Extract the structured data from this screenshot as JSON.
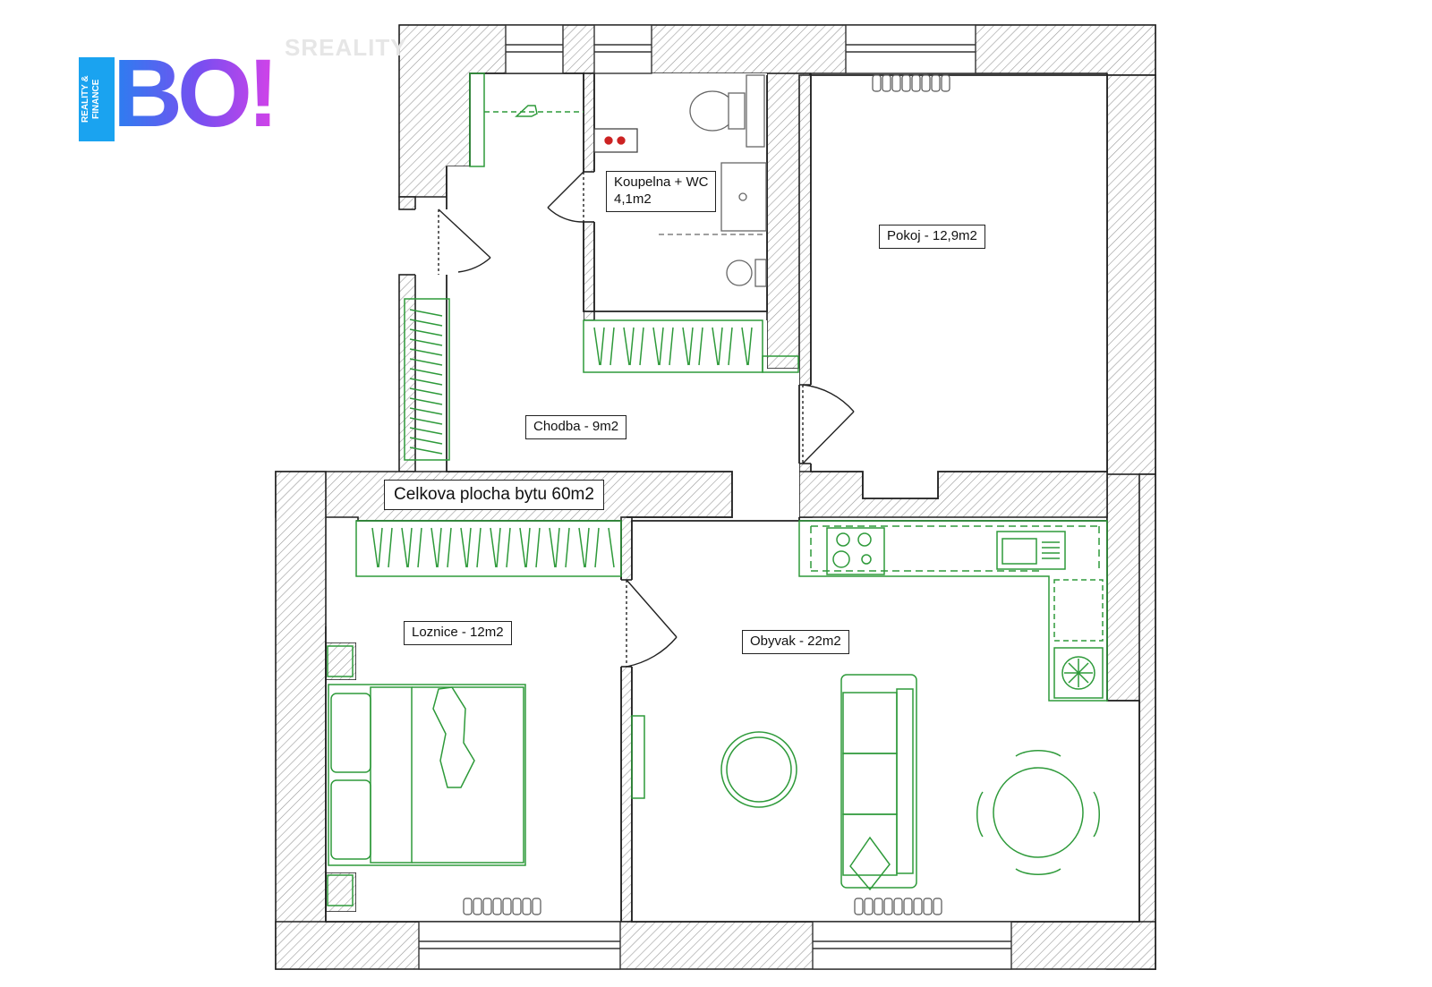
{
  "brand": {
    "logo_text": "BO!",
    "logo_subtitle": "REALITY & FINANCE",
    "watermark": "SREALITY"
  },
  "rooms": {
    "koupelna": {
      "name": "Koupelna + WC",
      "area": "4,1m2"
    },
    "pokoj": {
      "label": "Pokoj - 12,9m2"
    },
    "chodba": {
      "label": "Chodba - 9m2"
    },
    "total": {
      "label": "Celkova plocha bytu 60m2"
    },
    "loznice": {
      "label": "Loznice - 12m2"
    },
    "obyvak": {
      "label": "Obyvak - 22m2"
    }
  },
  "colors": {
    "wall": "#222222",
    "hatch": "#9a9a9a",
    "furniture": "#2e9a3a",
    "fixture": "#666666",
    "brand_blue": "#1aa3f0",
    "brand_purple": "#8a3fe6",
    "brand_pink": "#d342e8"
  }
}
